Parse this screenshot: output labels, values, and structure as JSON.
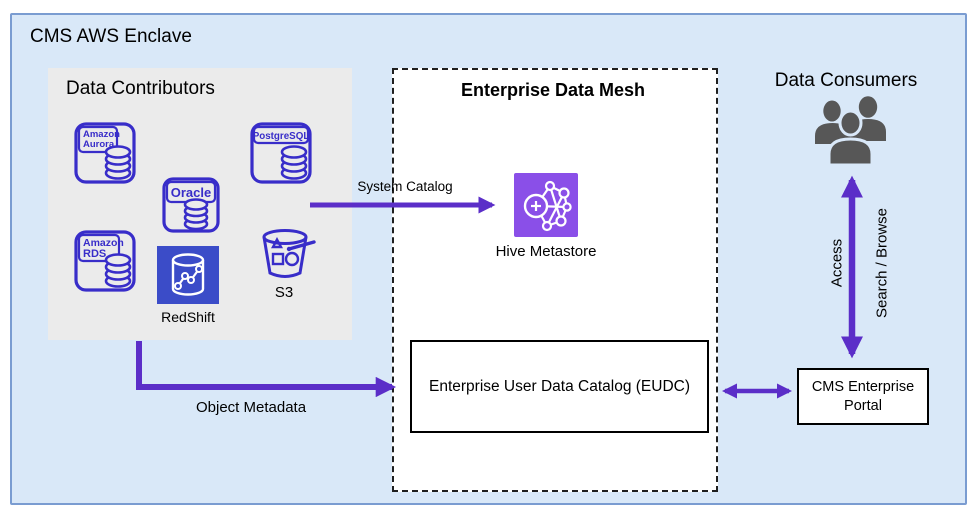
{
  "colors": {
    "enclave_bg": "#d9e8f8",
    "enclave_border": "#7a9cd1",
    "contributors_bg": "#ebebeb",
    "icon_indigo": "#382dc9",
    "arrow_purple": "#5b2ec8",
    "redshift_blue": "#3b4cc8",
    "hive_purple": "#8a4fe8",
    "people_gray": "#575757",
    "box_border": "#000000"
  },
  "enclave": {
    "title": "CMS AWS Enclave"
  },
  "contributors": {
    "title": "Data Contributors",
    "aurora_line1": "Amazon",
    "aurora_line2": "Aurora",
    "postgresql_label": "PostgreSQL",
    "oracle_label": "Oracle",
    "rds_line1": "Amazon",
    "rds_line2": "RDS",
    "redshift_label": "RedShift",
    "s3_label": "S3"
  },
  "mesh": {
    "title": "Enterprise Data Mesh",
    "hive_label": "Hive Metastore",
    "eudc_label": "Enterprise User Data Catalog (EUDC)"
  },
  "consumers": {
    "title": "Data Consumers",
    "portal_line1": "CMS Enterprise",
    "portal_line2": "Portal"
  },
  "flows": {
    "system_catalog": "System Catalog",
    "object_metadata": "Object Metadata",
    "access": "Access",
    "search_browse": "Search / Browse"
  }
}
